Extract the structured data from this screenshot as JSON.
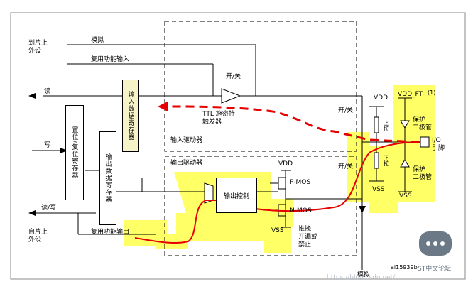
{
  "left": {
    "to_chip": "到片上\n外设",
    "from_chip": "自片上\n外设",
    "read": "读",
    "write": "写",
    "read_write": "读/写"
  },
  "signals": {
    "analog_top": "模拟",
    "af_input": "复用功能输入",
    "af_output": "复用功能输出",
    "analog_bottom": "模拟"
  },
  "blocks": {
    "bsrr": "置位/复位寄存器",
    "idr": "输入数据寄存器",
    "odr": "输出数据寄存器",
    "output_control": "输出控制",
    "input_driver": "输入驱动器",
    "output_driver": "输出驱动器"
  },
  "schmitt": {
    "switch": "开/关",
    "name": "TTL 施密特\n触发器"
  },
  "mos": {
    "vdd": "VDD",
    "pmos": "P-MOS",
    "nmos": "N-MOS",
    "vss": "VSS",
    "mode": "推挽\n开漏或\n禁止"
  },
  "pull": {
    "switch_up": "开/关",
    "switch_down": "开/关",
    "vdd": "VDD",
    "vss": "VSS",
    "pull_up": "上拉",
    "pull_down": "下拉"
  },
  "protection": {
    "vdd_ft": "VDD_FT",
    "note": "(1)",
    "diode_top": "保护\n二极管",
    "diode_bottom": "保护\n二极管",
    "vss": "VSS",
    "io": "I/O\n引脚"
  },
  "figure_id": "ai15939b",
  "watermark": {
    "url": "https://blog.csdn.net/...",
    "forum": "ST中文论坛"
  },
  "colors": {
    "highlight": "#ffff66",
    "path_red": "#e60000",
    "panel_bg": "#eef2f5"
  }
}
